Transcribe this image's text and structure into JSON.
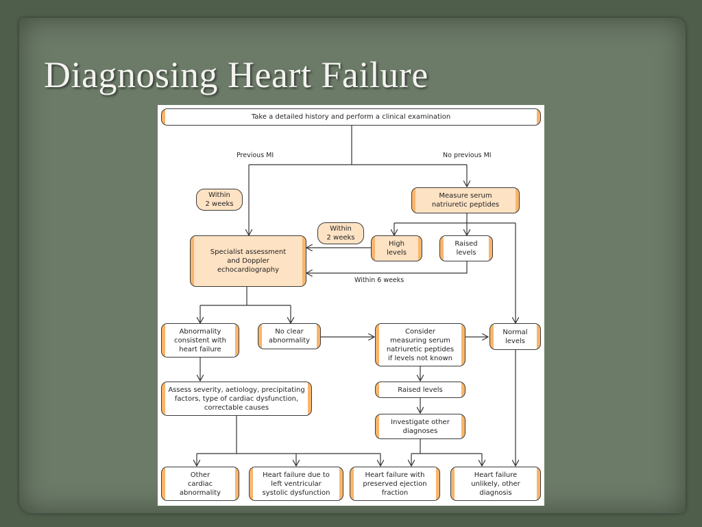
{
  "slide": {
    "title": "Diagnosing Heart Failure"
  },
  "flowchart": {
    "nodes": {
      "history": "Take a detailed history and perform a clinical examination",
      "measure_peptides": "Measure serum\nnatriuretic peptides",
      "within_2_weeks_a": "Within\n2 weeks",
      "within_2_weeks_b": "Within\n2 weeks",
      "specialist": "Specialist assessment\nand Doppler\nechocardiography",
      "high_levels": "High\nlevels",
      "raised_levels_1": "Raised\nlevels",
      "abnormality": "Abnormality\nconsistent with\nheart failure",
      "no_clear": "No clear\nabnormality",
      "consider": "Consider\nmeasuring serum\nnatriuretic peptides\nif levels not known",
      "normal_levels": "Normal\nlevels",
      "assess": "Assess severity, aetiology, precipitating\nfactors, type of cardiac dysfunction,\ncorrectable causes",
      "raised_levels_2": "Raised levels",
      "investigate": "Investigate other\ndiagnoses",
      "other_cardiac": "Other\ncardiac\nabnormality",
      "hf_lv": "Heart failure due to\nleft ventricular\nsystolic dysfunction",
      "hf_preserved": "Heart failure with\npreserved ejection\nfraction",
      "hf_unlikely": "Heart failure\nunlikely, other\ndiagnosis"
    },
    "edge_labels": {
      "previous_mi": "Previous MI",
      "no_previous_mi": "No previous MI",
      "within_6_weeks": "Within 6 weeks"
    }
  },
  "colors": {
    "accent": "#f7b56c",
    "node_fill": "#fde2c3",
    "background": "#4f5e4b"
  }
}
